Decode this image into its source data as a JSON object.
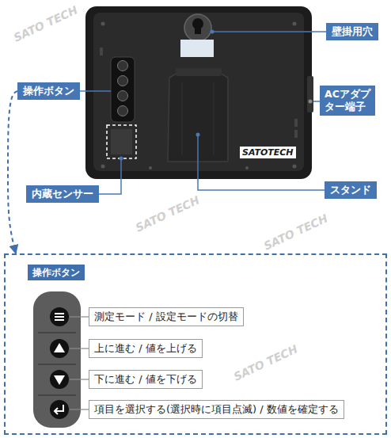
{
  "diagram": {
    "nodes": [
      {
        "text": [
          "壁掛用穴"
        ]
      },
      {
        "text": [
          "操作ボタン"
        ]
      },
      {
        "text": [
          "ACアダプ ター端子"
        ]
      },
      {
        "text": [
          "内蔵センサー"
        ]
      },
      {
        "text": [
          "スタンド"
        ]
      },
      {
        "text": [
          "操作ボタン"
        ]
      },
      {
        "text": [
          "測定モード / 設定モードの切替"
        ],
        "in": 5
      },
      {
        "text": [
          "上に進む / 値を上げる"
        ],
        "in": 5
      },
      {
        "text": [
          "下に進む / 値を下げる"
        ],
        "in": 5
      },
      {
        "text": [
          "項目を選択する(選択時に項目点滅) / 数値を確定する"
        ],
        "in": 5
      }
    ],
    "edges": [
      {
        "from": 1,
        "to": 5,
        "arrow": "to"
      }
    ],
    "labels": [
      "SATOTECH",
      "SATO TECH",
      "SATO TECH",
      "SATO TECH",
      "SATO TECH"
    ]
  }
}
